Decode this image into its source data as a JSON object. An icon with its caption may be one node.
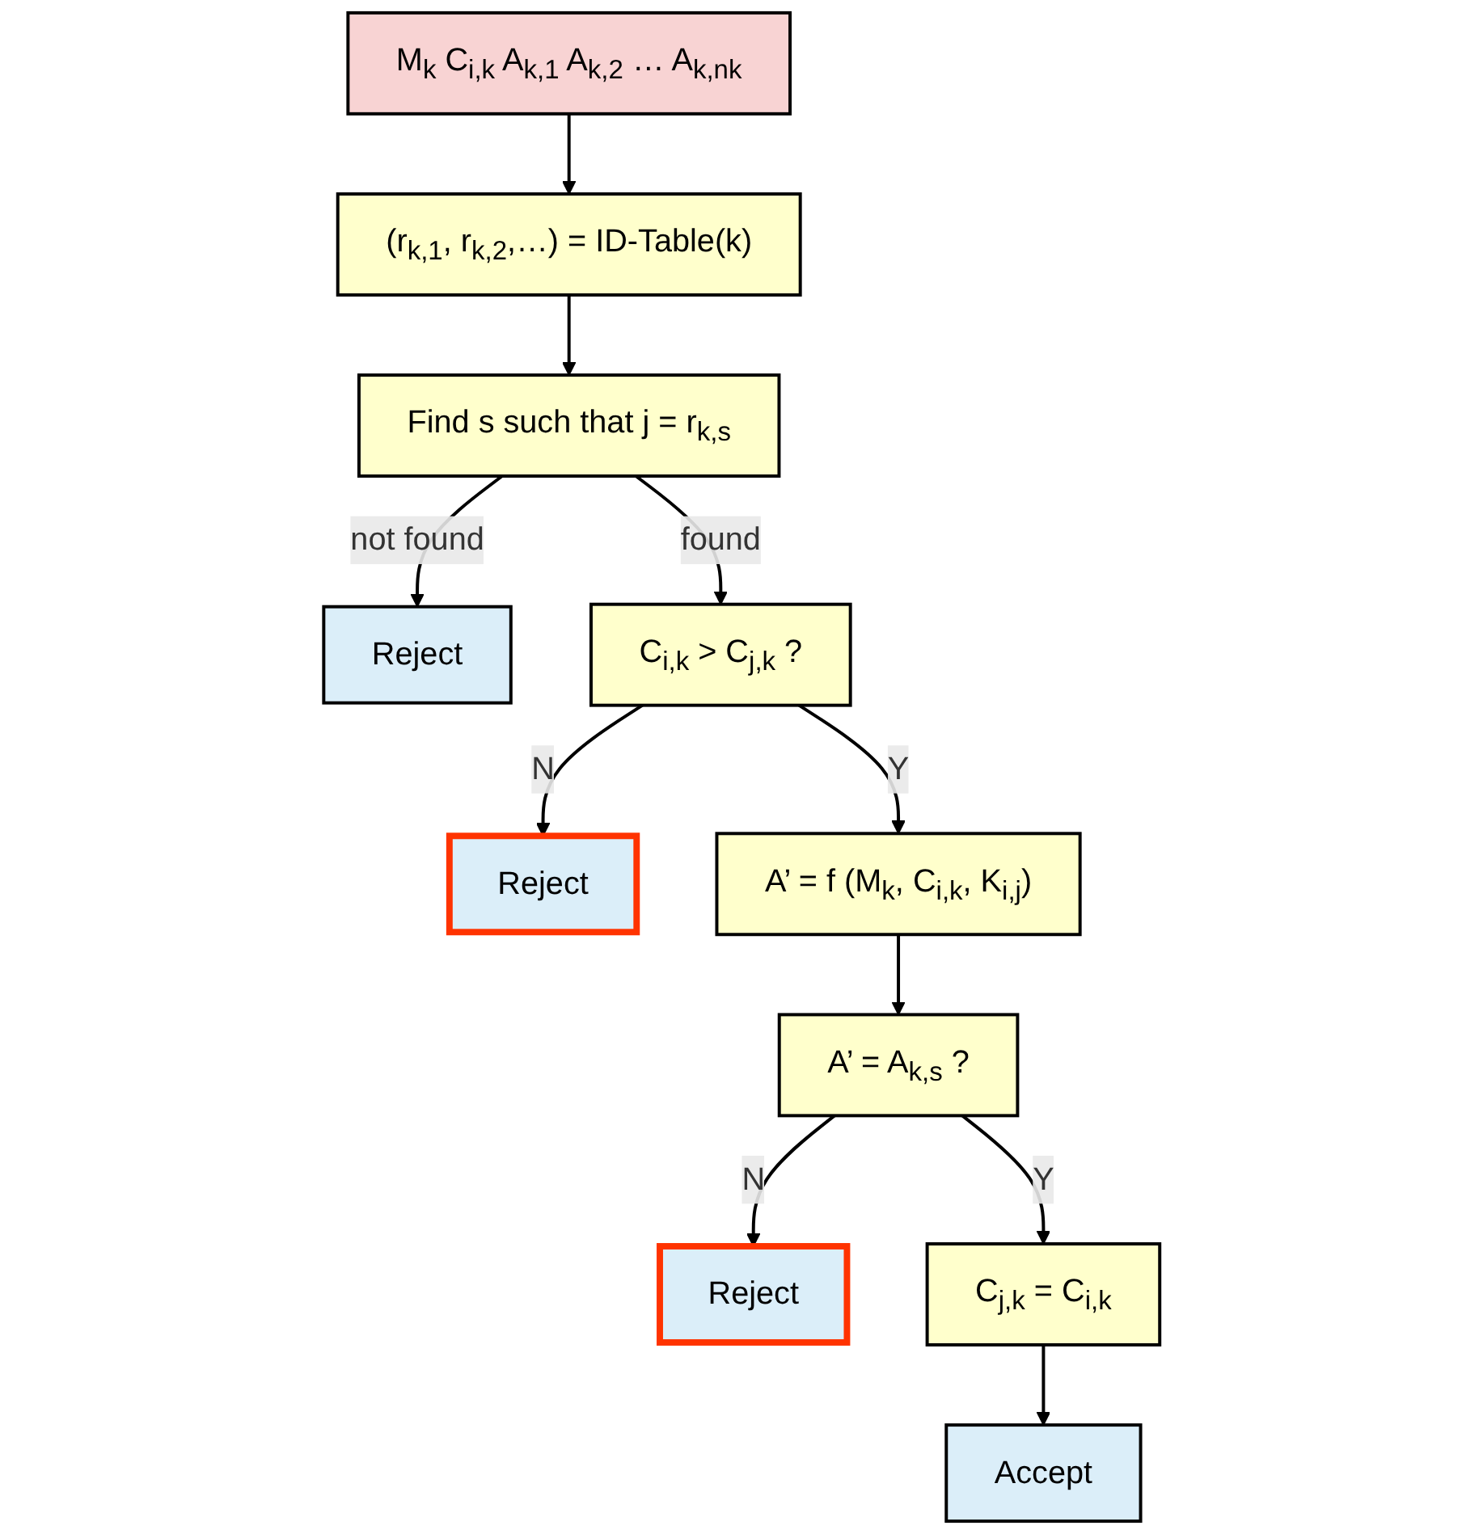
{
  "diagram": {
    "nodes": [
      {
        "text": [
          "M$_{k}$ C$_{i,k}$ A$_{k,1}$ A$_{k,2}$ … A$_{k,n}$$_{k}$"
        ]
      },
      {
        "text": [
          "(r$_{k,1}$, r$_{k,2}$,…) = ID-Table(k)"
        ]
      },
      {
        "text": [
          "Find s such that j = r$_{k,s}$"
        ]
      },
      {
        "text": [
          "Reject"
        ]
      },
      {
        "text": [
          "C$_{i,k}$ > C$_{j,k}$ ?"
        ]
      },
      {
        "text": [
          "Reject"
        ]
      },
      {
        "text": [
          "A’ = f (M$_{k}$, C$_{i,k}$, K$_{i,j}$)"
        ]
      },
      {
        "text": [
          "A’ = A$_{k,s}$ ?"
        ]
      },
      {
        "text": [
          "Reject"
        ]
      },
      {
        "text": [
          "C$_{j,k}$ = C$_{i,k}$"
        ]
      },
      {
        "text": [
          "Accept"
        ]
      }
    ],
    "edges": [
      {
        "from": 0,
        "to": 1,
        "arrow": "to"
      },
      {
        "from": 1,
        "to": 2,
        "arrow": "to"
      },
      {
        "from": 2,
        "to": 3,
        "arrow": "to",
        "label": "not found"
      },
      {
        "from": 2,
        "to": 4,
        "arrow": "to",
        "label": "found"
      },
      {
        "from": 4,
        "to": 5,
        "arrow": "to",
        "label": "N"
      },
      {
        "from": 4,
        "to": 6,
        "arrow": "to",
        "label": "Y"
      },
      {
        "from": 6,
        "to": 7,
        "arrow": "to"
      },
      {
        "from": 7,
        "to": 8,
        "arrow": "to",
        "label": "N"
      },
      {
        "from": 7,
        "to": 9,
        "arrow": "to",
        "label": "Y"
      },
      {
        "from": 9,
        "to": 10,
        "arrow": "to"
      }
    ]
  }
}
